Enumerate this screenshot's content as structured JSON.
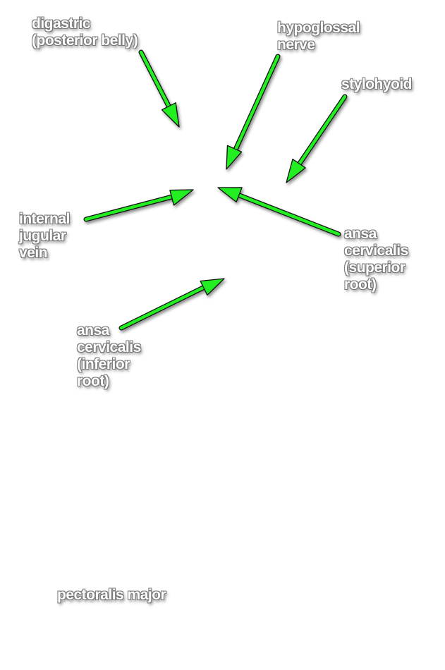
{
  "labels": {
    "digastric": "digastric\n(posterior belly)",
    "hypoglossal": "hypoglossal\nnerve",
    "stylohyoid": "stylohyoid",
    "internal_jugular_vein": "internal\njugular\nvein",
    "ansa_superior": "ansa\ncervicalis\n(superior\nroot)",
    "ansa_inferior": "ansa\ncervicalis\n(inferior\nroot)",
    "pectoralis": "pectoralis major"
  },
  "colors": {
    "arrow": "#22ee22",
    "arrow_outline": "#111111",
    "label_text": "#ffffff"
  }
}
